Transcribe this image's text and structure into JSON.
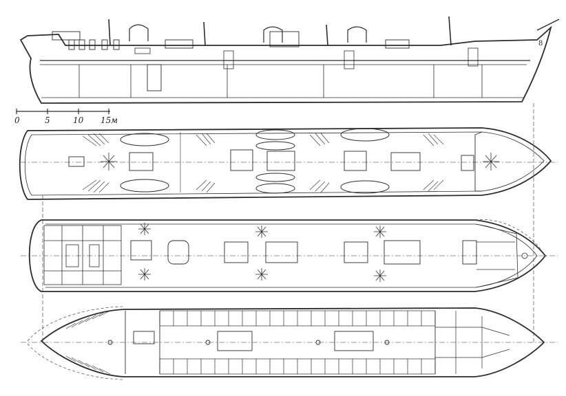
{
  "drawing": {
    "line_color": "#2b2b2b",
    "paper_color": "#ffffff",
    "views": [
      "side-elevation",
      "upper-deck-plan",
      "main-deck-plan",
      "lower-deck-plan"
    ]
  },
  "scale_bar": {
    "ticks": [
      "0",
      "5",
      "10",
      "15",
      "м"
    ]
  }
}
